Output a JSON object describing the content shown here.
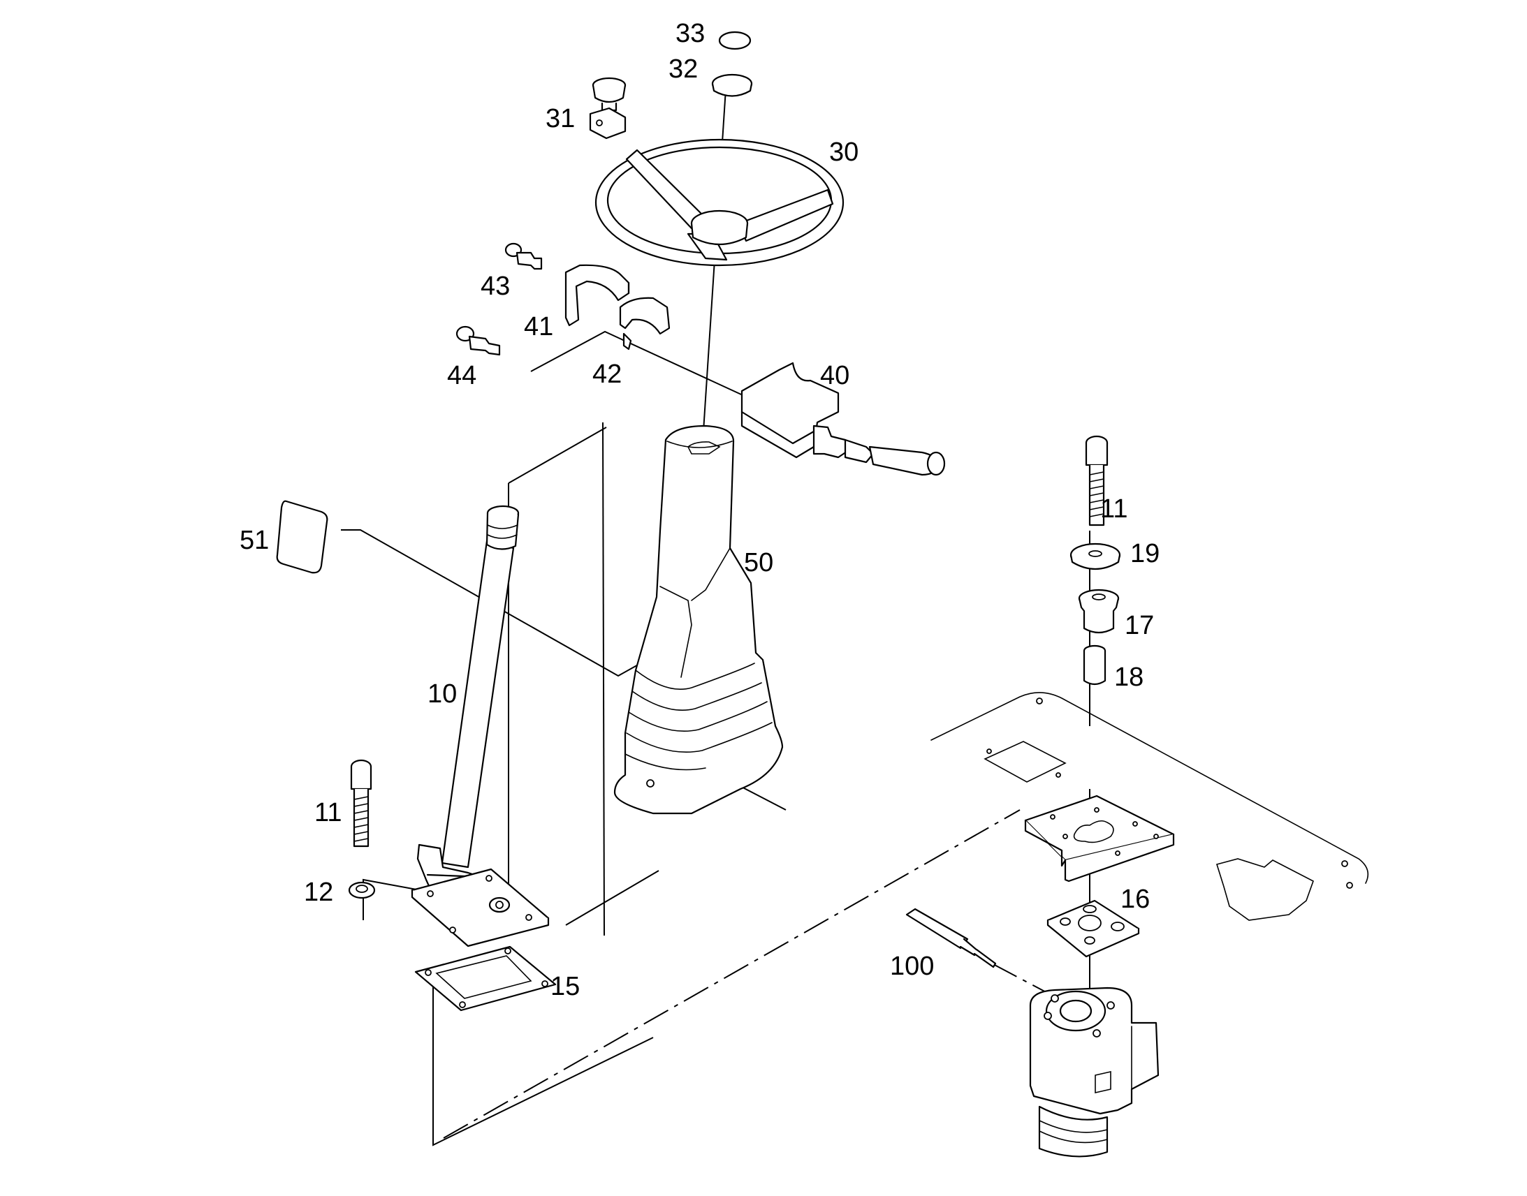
{
  "diagram": {
    "callouts": {
      "c10": "10",
      "c11a": "11",
      "c11b": "11",
      "c12": "12",
      "c15": "15",
      "c16": "16",
      "c17": "17",
      "c18": "18",
      "c19": "19",
      "c30": "30",
      "c31": "31",
      "c32": "32",
      "c33": "33",
      "c40": "40",
      "c41": "41",
      "c42": "42",
      "c43": "43",
      "c44": "44",
      "c50": "50",
      "c51": "51",
      "c100": "100"
    }
  }
}
